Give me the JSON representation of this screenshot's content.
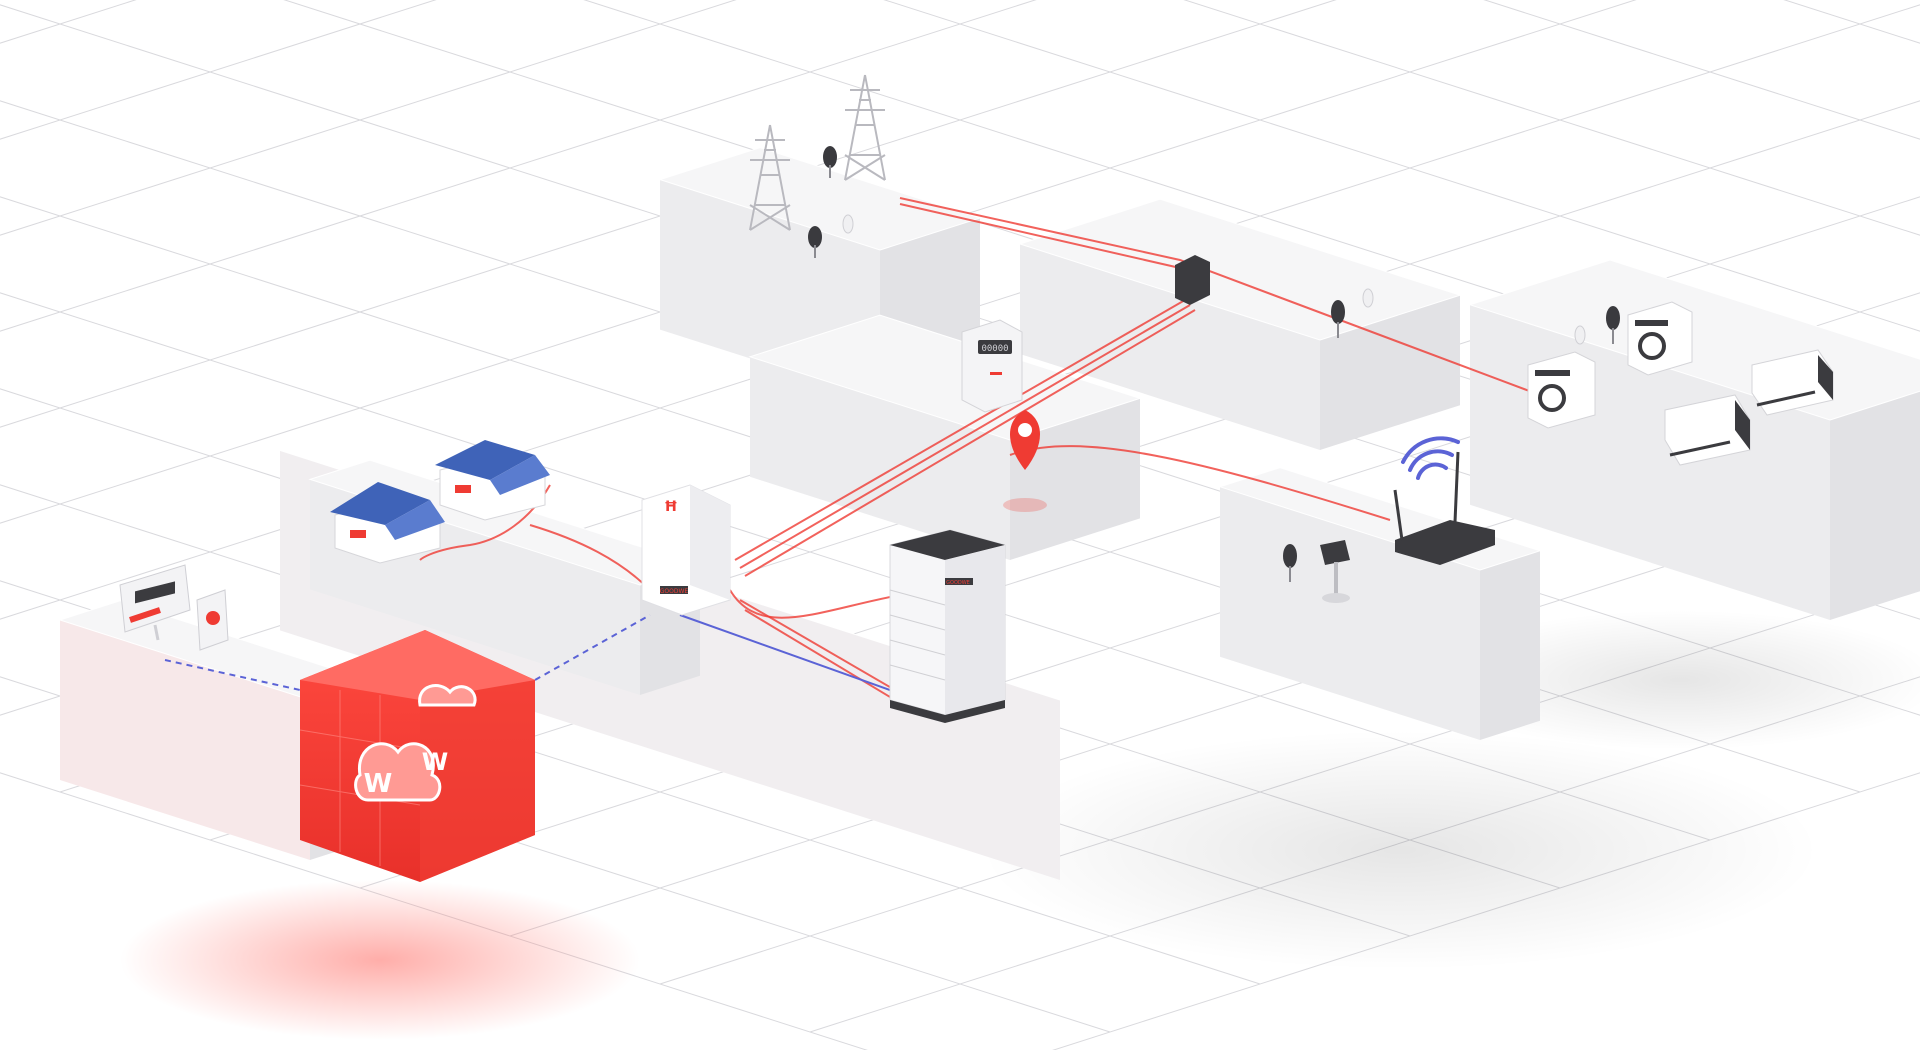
{
  "colors": {
    "accent": "#ef3b33",
    "accent_light": "#ff8f8a",
    "block_top": "#f6f6f7",
    "block_left": "#ececee",
    "block_right": "#e2e2e5",
    "grid": "#d9d9dd",
    "data_link": "#5b63d6",
    "device_dark": "#3b3b3f",
    "solar_panel": "#3f63b8",
    "wifi": "#5b63d6"
  },
  "labels": {
    "inverter_brand": "GOODWE",
    "battery_brand": "GOODWE",
    "meter_display": "00000"
  },
  "icons": [
    "transmission-tower-icon",
    "tree-icon",
    "house-with-solar-panels-icon",
    "inverter-icon",
    "battery-stack-icon",
    "smart-meter-icon",
    "location-pin-icon",
    "cloud-cube-icon",
    "monitor-icon",
    "tablet-icon",
    "router-icon",
    "wifi-icon",
    "washing-machine-icon",
    "air-conditioner-icon",
    "lamp-icon",
    "dongle-icon"
  ]
}
